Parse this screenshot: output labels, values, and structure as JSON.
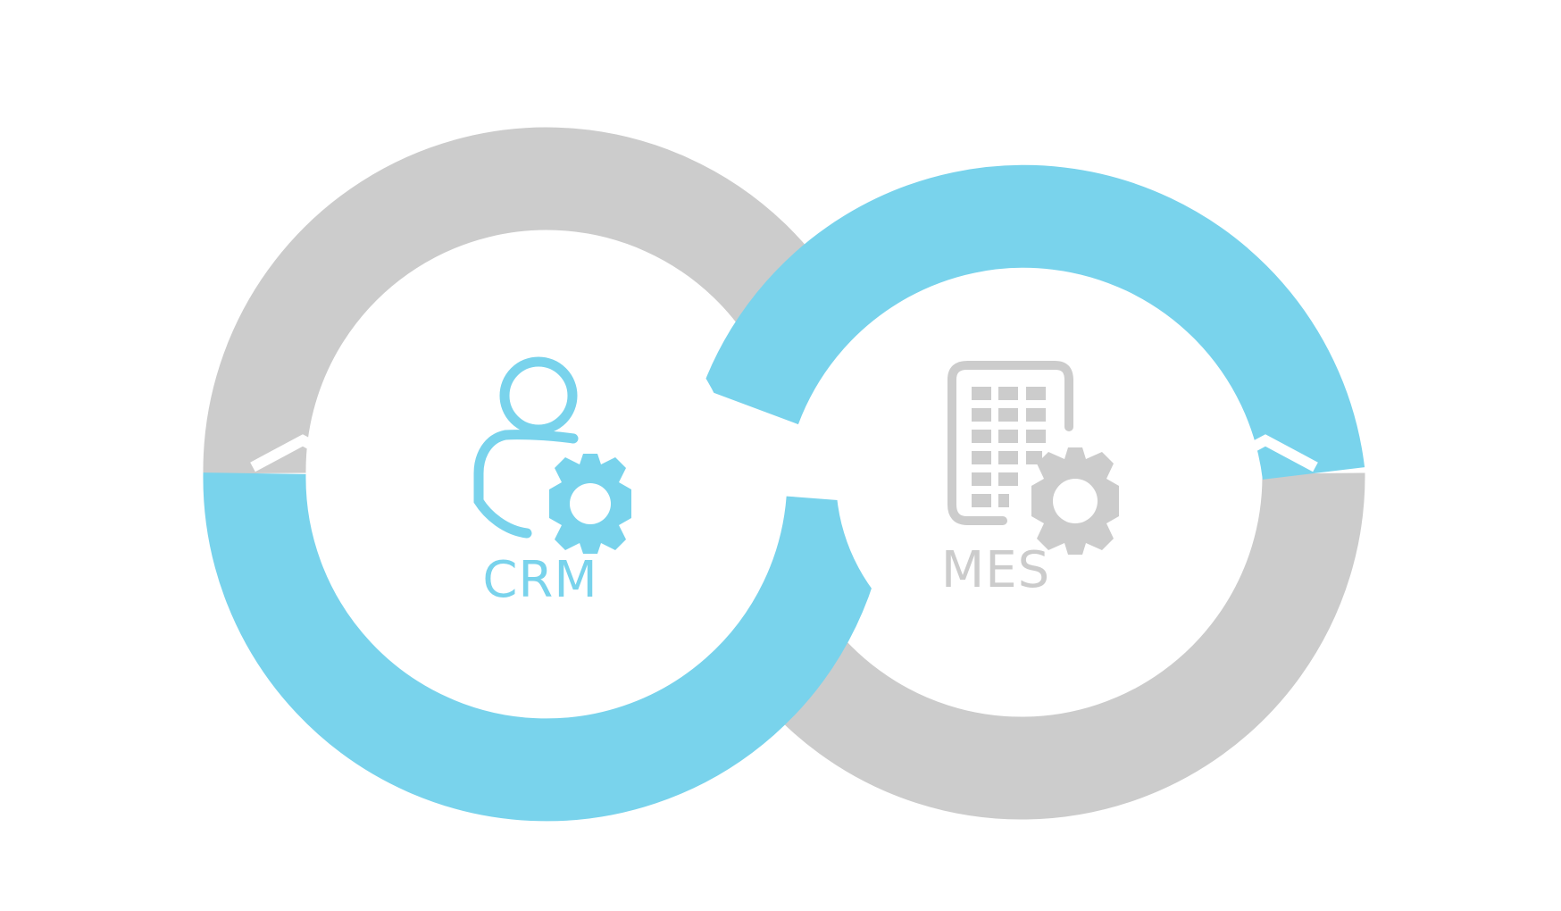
{
  "diagram": {
    "nodes": [
      {
        "id": "crm",
        "label": "CRM",
        "icon": "user-gear-icon",
        "color": "#79d3ec"
      },
      {
        "id": "mes",
        "label": "MES",
        "icon": "building-gear-icon",
        "color": "#cccccc"
      }
    ],
    "colors": {
      "blue": "#79d3ec",
      "gray": "#cccccc",
      "background": "#ffffff"
    }
  }
}
